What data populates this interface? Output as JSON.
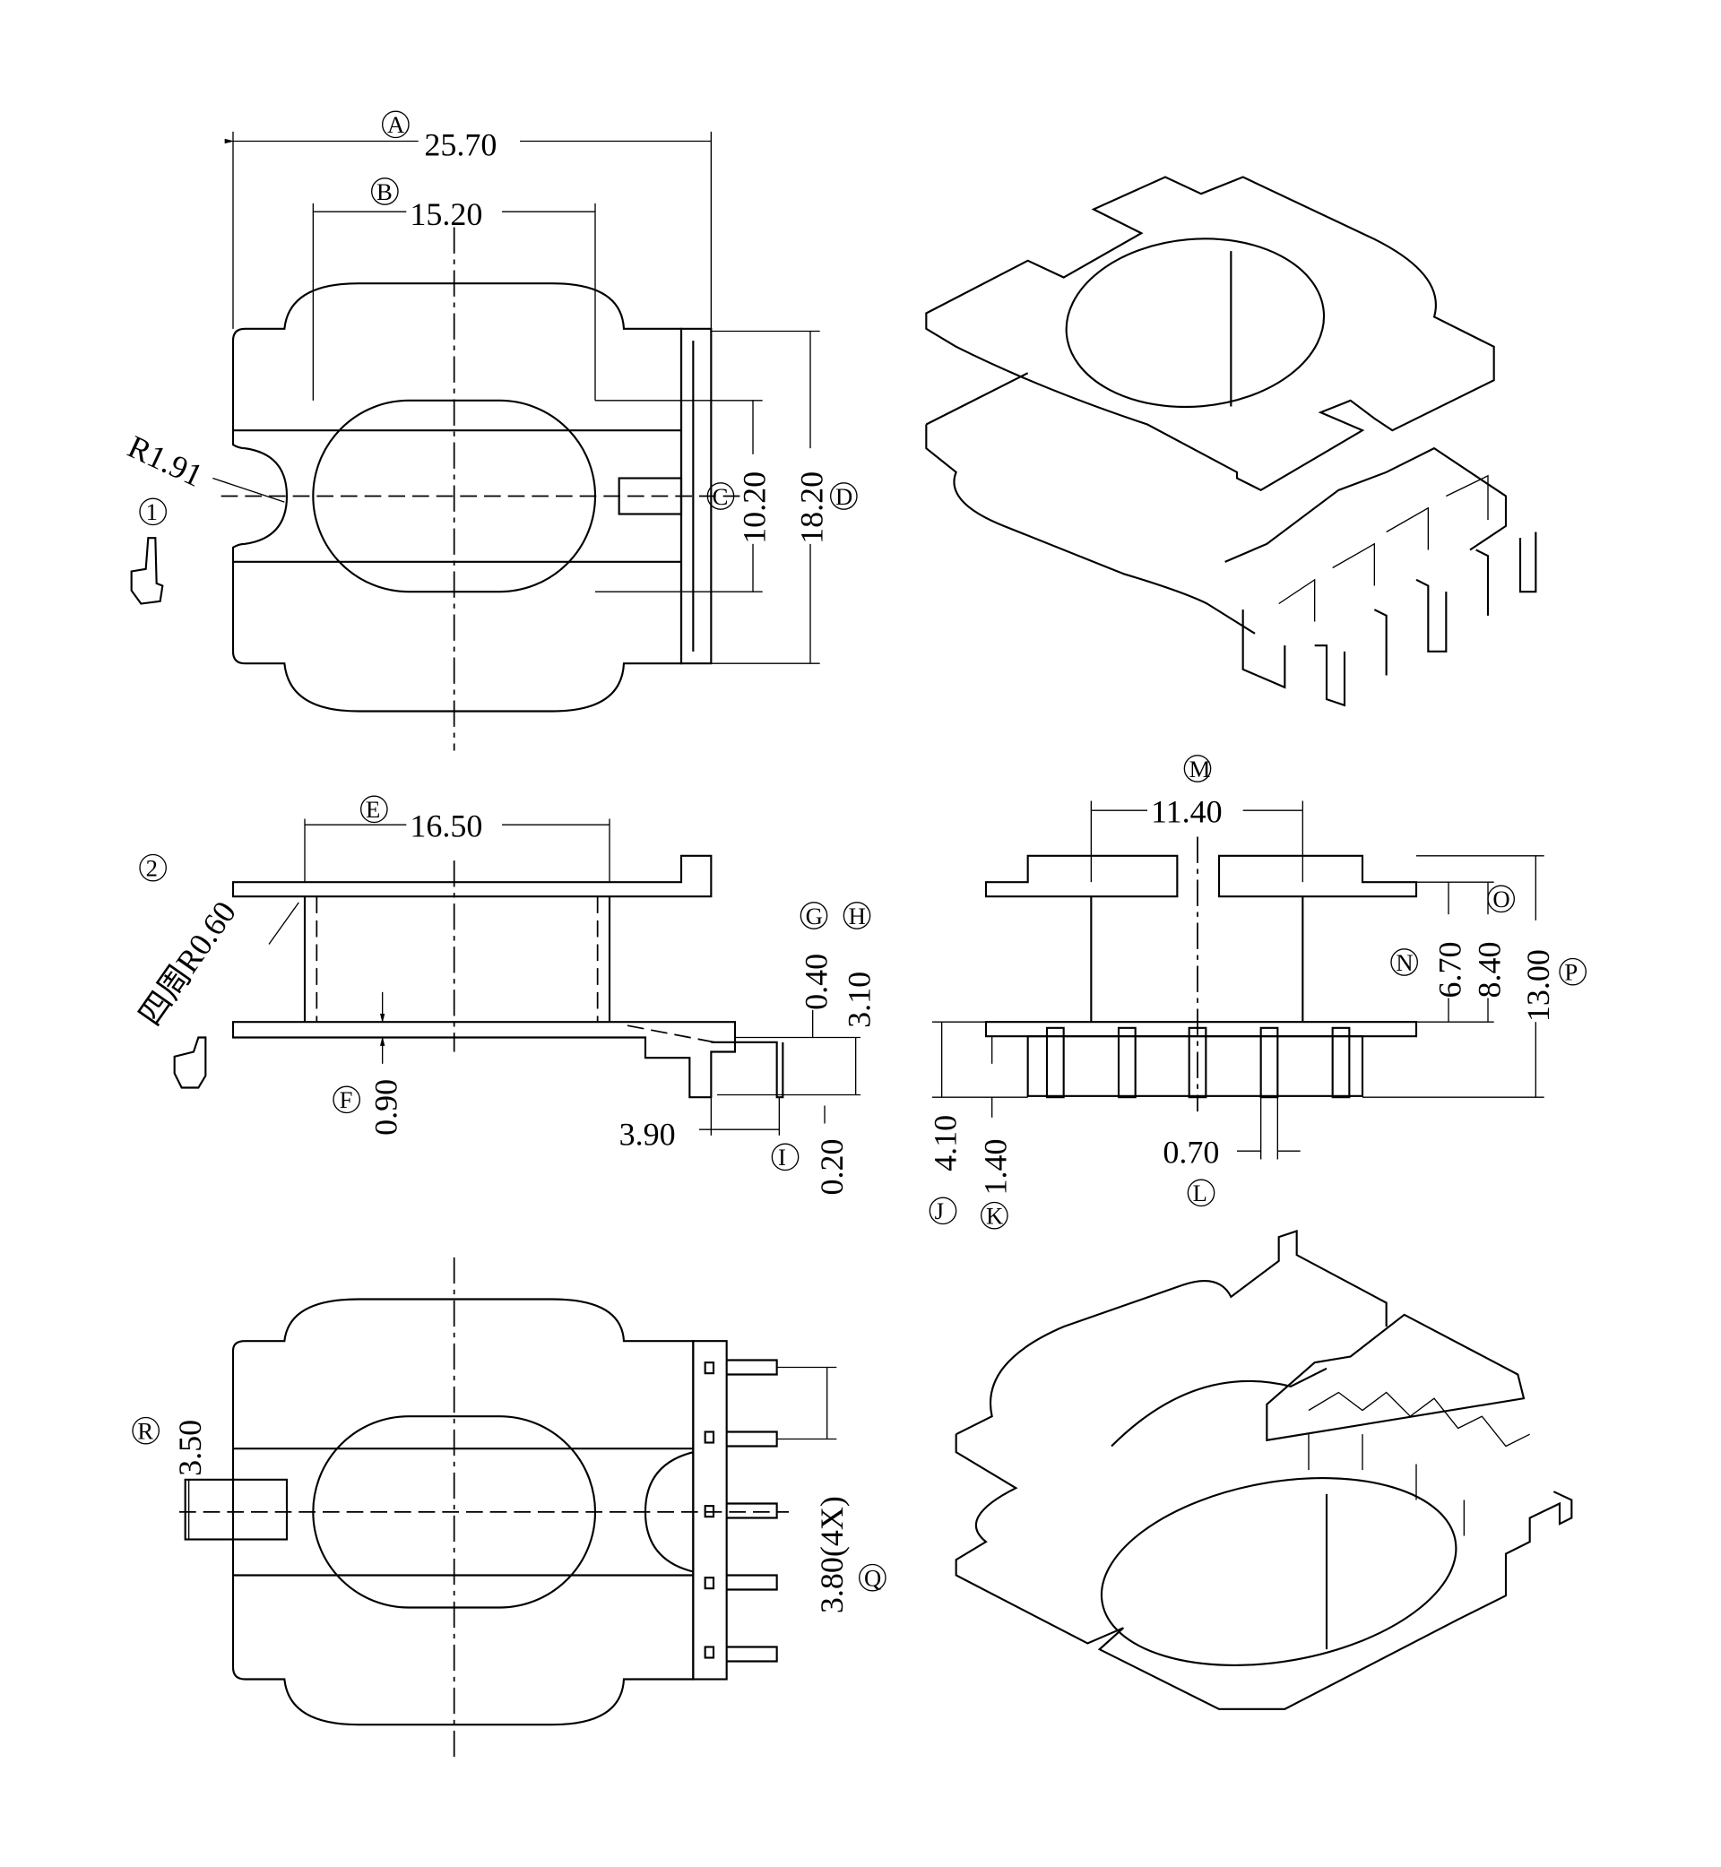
{
  "top_view": {
    "dim_a": {
      "tag": "A",
      "value": "25.70"
    },
    "dim_b": {
      "tag": "B",
      "value": "15.20"
    },
    "dim_c": {
      "tag": "C",
      "value": "10.20"
    },
    "dim_d": {
      "tag": "D",
      "value": "18.20"
    },
    "note_1": {
      "tag": "1",
      "value": "R1.91"
    }
  },
  "side_view": {
    "dim_e": {
      "tag": "E",
      "value": "16.50"
    },
    "dim_f": {
      "tag": "F",
      "value": "0.90"
    },
    "dim_g": {
      "tag": "G",
      "value": "0.40"
    },
    "dim_h": {
      "tag": "H",
      "value": "3.10"
    },
    "dim_i": {
      "tag": "I",
      "value": "0.20"
    },
    "dim_pin": "3.90",
    "note_2": {
      "tag": "2",
      "value": "四周R0.60"
    }
  },
  "front_view": {
    "dim_m": {
      "tag": "M",
      "value": "11.40"
    },
    "dim_n": {
      "tag": "N",
      "value": "6.70"
    },
    "dim_o": {
      "tag": "O",
      "value": "8.40"
    },
    "dim_p": {
      "tag": "P",
      "value": "13.00"
    },
    "dim_j": {
      "tag": "J",
      "value": "4.10"
    },
    "dim_k": {
      "tag": "K",
      "value": "1.40"
    },
    "dim_l": {
      "tag": "L",
      "value": "0.70"
    }
  },
  "bottom_view": {
    "dim_r": {
      "tag": "R",
      "value": "3.50"
    },
    "dim_q": {
      "tag": "Q",
      "value": "3.80(4X)"
    }
  }
}
